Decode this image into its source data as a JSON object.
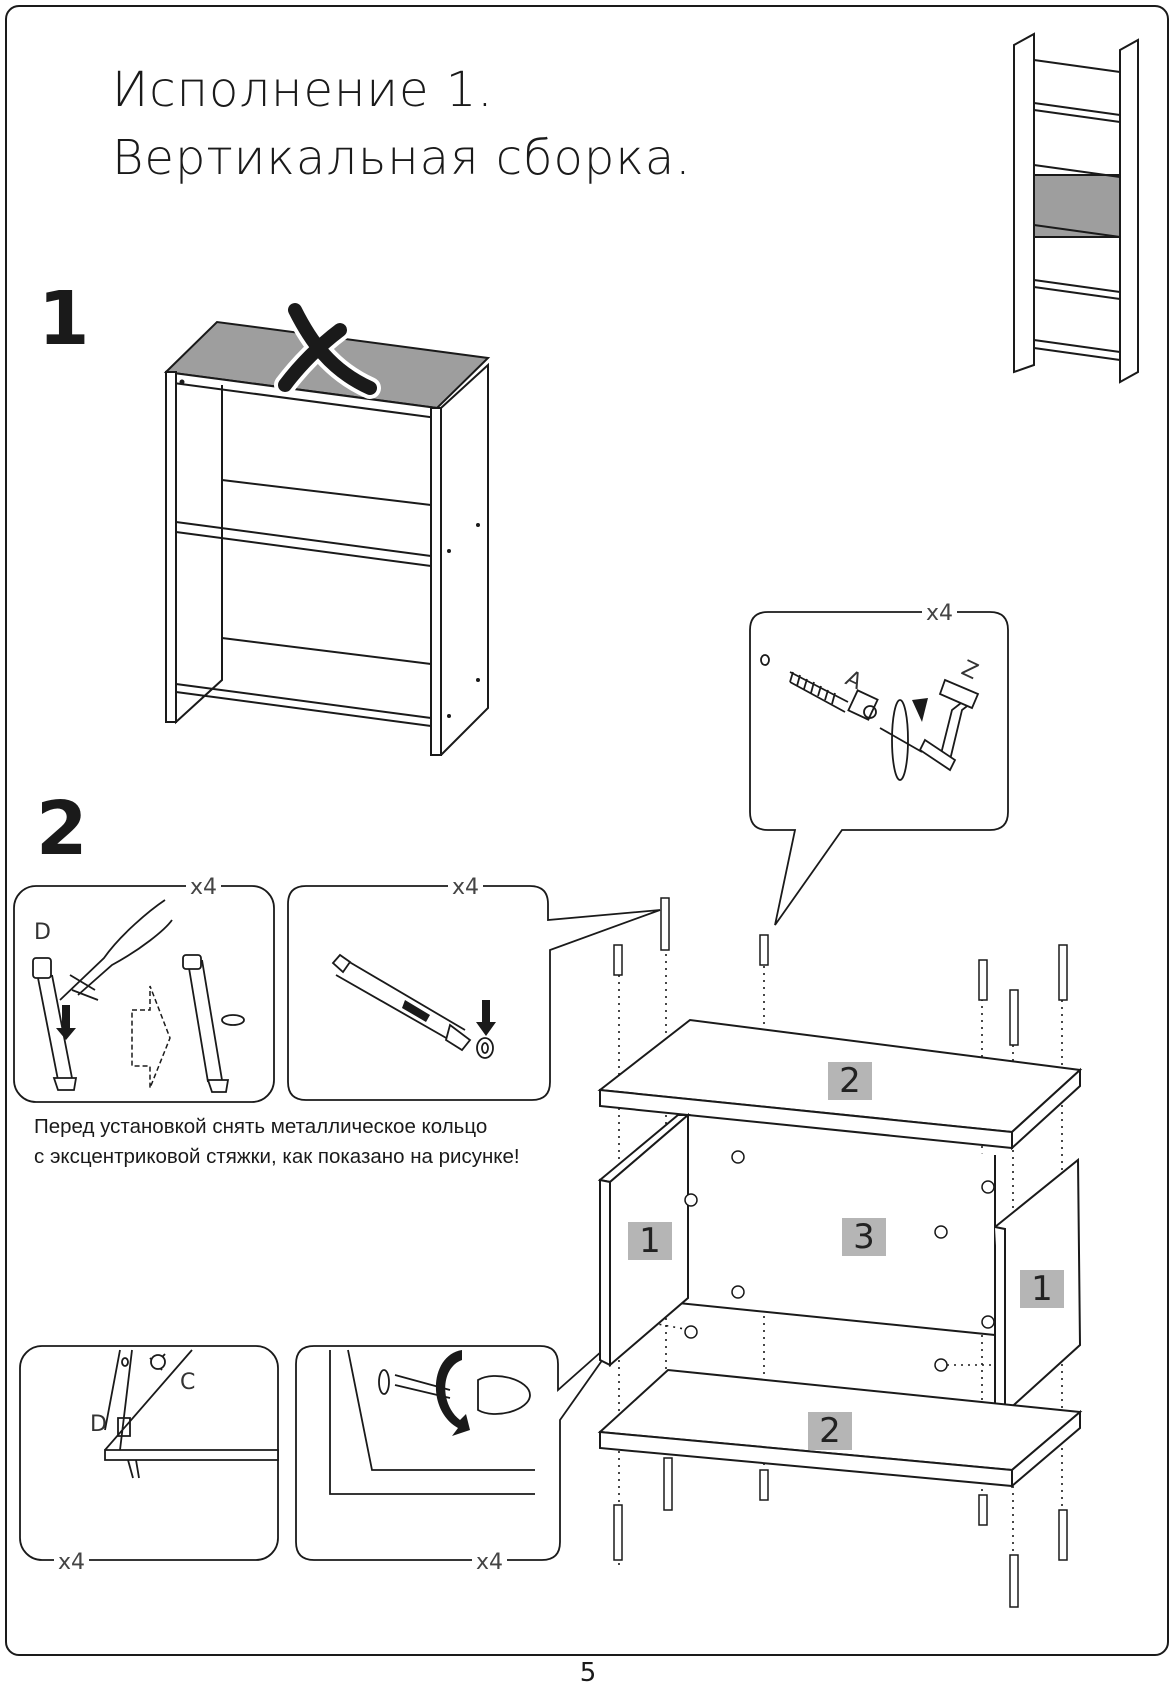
{
  "page": {
    "title": "Исполнение 1.\nВертикальная сборка.",
    "page_number": "5"
  },
  "steps": [
    {
      "number": "1"
    },
    {
      "number": "2"
    }
  ],
  "callouts": {
    "cam_bolt": {
      "qty": "x4",
      "part_a": "A",
      "part_z": "Z"
    },
    "pliers": {
      "qty": "x4",
      "part_d": "D"
    },
    "ring": {
      "qty": "x4"
    },
    "insert": {
      "qty": "x4",
      "part_c": "C",
      "part_d": "D"
    },
    "screwdriver": {
      "qty": "x4"
    }
  },
  "note": "Перед установкой снять металлическое кольцо\nс эксцентриковой стяжки, как показано на рисунке!",
  "part_labels": {
    "top_panel": "2",
    "bottom_panel": "2",
    "back_panel": "3",
    "left_side": "1",
    "right_side": "1"
  },
  "colors": {
    "line": "#1a1a1a",
    "panel_gray": "#9e9e9e",
    "label_gray": "#b5b5b5"
  },
  "icons": [
    "cross-mark-icon",
    "arrow-right-icon",
    "arrow-down-icon",
    "rotate-arrow-icon"
  ]
}
